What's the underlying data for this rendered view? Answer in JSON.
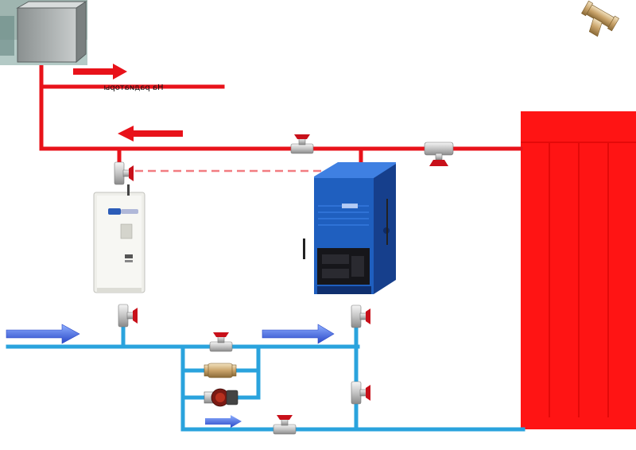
{
  "diagram": {
    "supply_label": "На радиаторы",
    "colors": {
      "hot_pipe": "#e8121a",
      "cold_pipe": "#2aa3dd",
      "boiler_blue": "#1f5fbf",
      "radiator": "#ff1414",
      "valve_handle": "#c8101a",
      "brass": "#c9a36a",
      "electric_boiler": "#eeeeea"
    },
    "components": {
      "expansion_tank": "expansion-tank-photo",
      "strainer": "strainer-icon",
      "electric_boiler": "electric-boiler",
      "solid_fuel_boiler": "solid-fuel-boiler",
      "radiator": "radiator",
      "circulation_pump": "circulation-pump-icon",
      "check_valve": "check-valve-icon"
    }
  }
}
